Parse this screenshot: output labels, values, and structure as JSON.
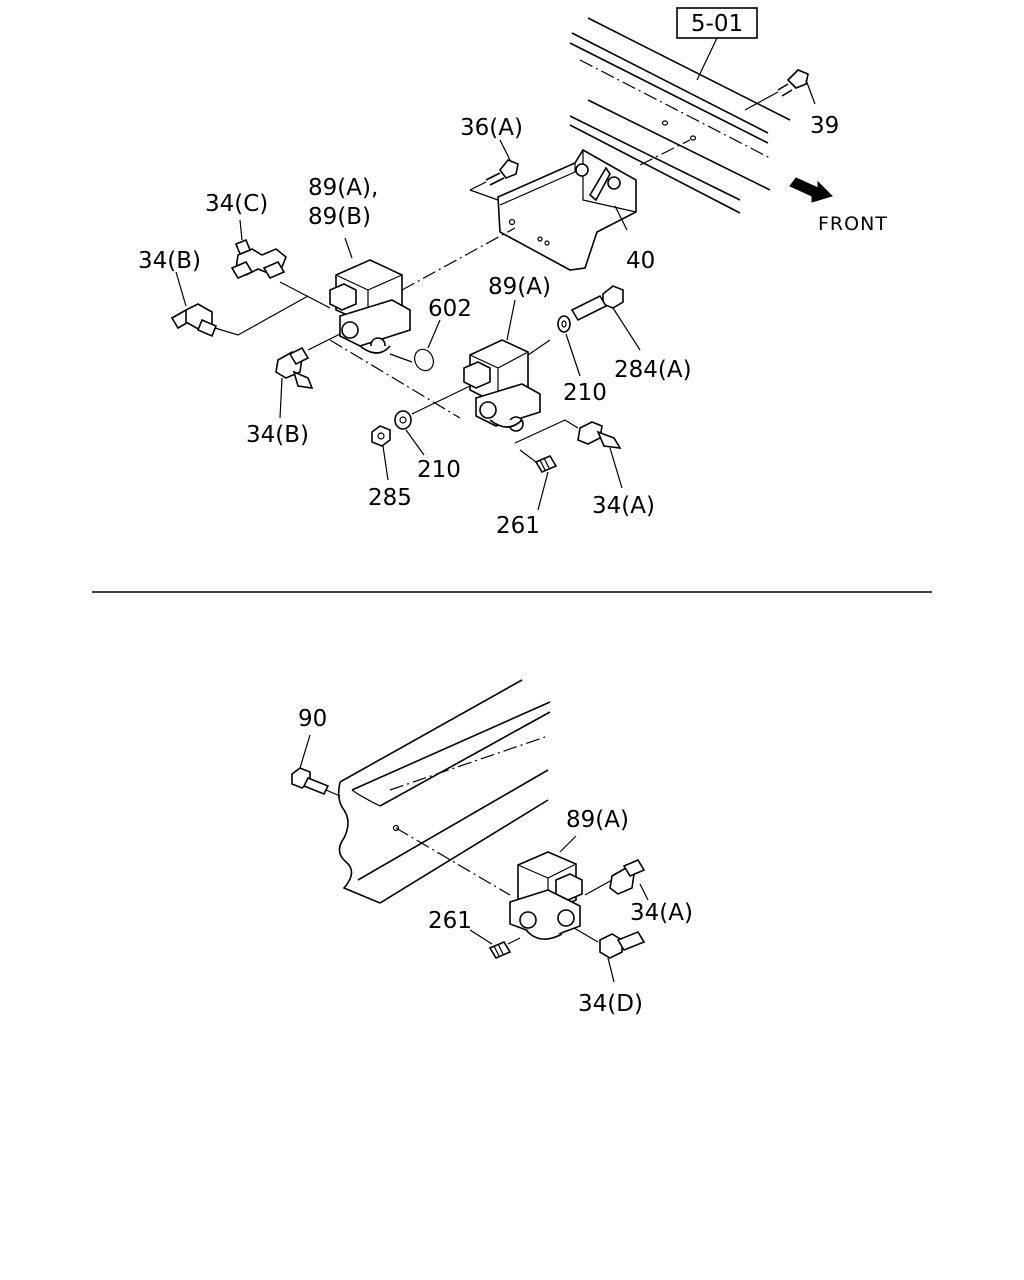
{
  "upper_view": {
    "reference_box": "5-01",
    "front_label": "FRONT",
    "callouts": {
      "c39": "39",
      "c36a": "36(A)",
      "c40": "40",
      "c89ab_line1": "89(A),",
      "c89ab_line2": "89(B)",
      "c34c": "34(C)",
      "c34b_upper": "34(B)",
      "c602": "602",
      "c89a": "89(A)",
      "c284a": "284(A)",
      "c210_right": "210",
      "c34b_lower": "34(B)",
      "c210_left": "210",
      "c285": "285",
      "c261": "261",
      "c34a": "34(A)"
    }
  },
  "lower_view": {
    "callouts": {
      "c90": "90",
      "c89a": "89(A)",
      "c34a": "34(A)",
      "c261": "261",
      "c34d": "34(D)"
    }
  },
  "icons": {
    "front_arrow": "front-arrow-icon"
  }
}
